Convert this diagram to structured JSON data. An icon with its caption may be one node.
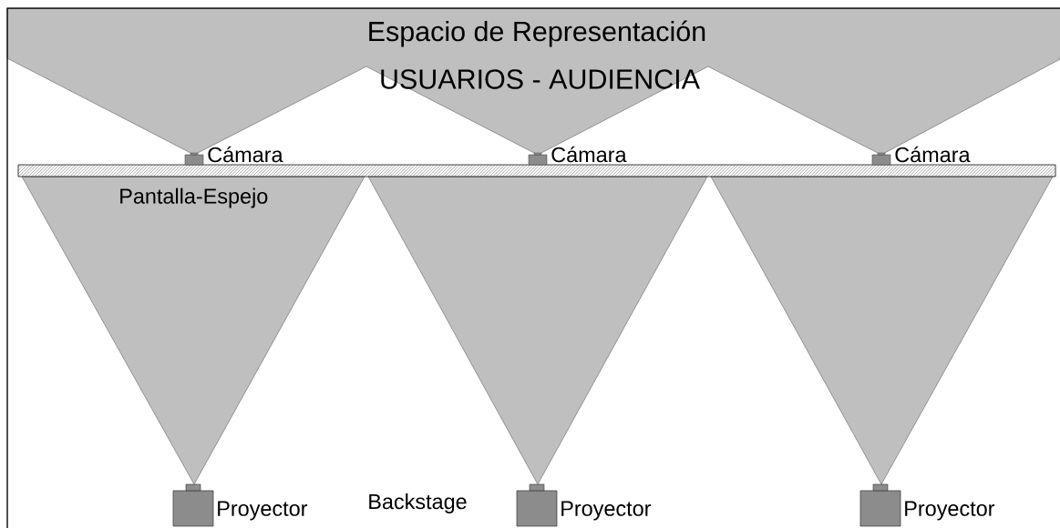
{
  "diagram": {
    "nodes": [
      {
        "text": [
          "Pantalla-Espejo"
        ]
      },
      {
        "text": [],
        "shape": "box",
        "beside": [
          "Cámara"
        ]
      },
      {
        "text": [],
        "shape": "box",
        "beside": [
          "Cámara"
        ]
      },
      {
        "text": [],
        "shape": "box",
        "beside": [
          "Cámara"
        ]
      },
      {
        "text": [],
        "shape": "box",
        "beside": [
          "Proyector"
        ]
      },
      {
        "text": [],
        "shape": "box",
        "beside": [
          "Proyector"
        ]
      },
      {
        "text": [],
        "shape": "box",
        "beside": [
          "Proyector"
        ]
      }
    ],
    "labels": [
      "Espacio de Representación",
      "USUARIOS - AUDIENCIA",
      "Backstage"
    ]
  }
}
